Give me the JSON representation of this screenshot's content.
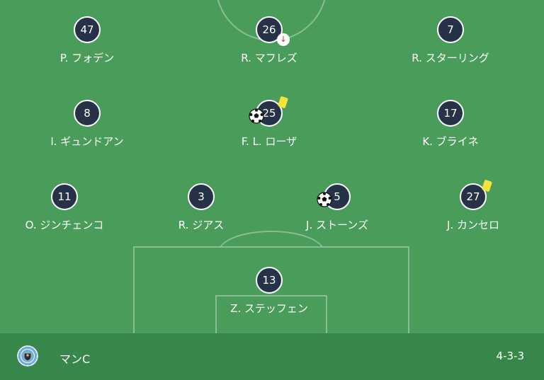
{
  "team": {
    "name": "マンC",
    "formation": "4-3-3",
    "crest_icon": "manchester-city-crest-icon"
  },
  "players": [
    {
      "number": "47",
      "name": "P. フォデン"
    },
    {
      "number": "26",
      "name": "R. マフレズ",
      "icons": [
        "substitution-off-icon"
      ]
    },
    {
      "number": "7",
      "name": "R. スターリング"
    },
    {
      "number": "8",
      "name": "I. ギュンドアン"
    },
    {
      "number": "25",
      "name": "F. L. ローザ",
      "icons": [
        "yellow-card-icon",
        "goal-ball-icon"
      ]
    },
    {
      "number": "17",
      "name": "K. ブライネ"
    },
    {
      "number": "11",
      "name": "O. ジンチェンコ"
    },
    {
      "number": "3",
      "name": "R. ジアス"
    },
    {
      "number": "5",
      "name": "J. ストーンズ",
      "icons": [
        "goal-ball-icon"
      ]
    },
    {
      "number": "27",
      "name": "J. カンセロ",
      "icons": [
        "yellow-card-icon"
      ]
    },
    {
      "number": "13",
      "name": "Z. ステッフェン"
    }
  ],
  "colors": {
    "pitch": "#4a9c5b",
    "footer": "#37864a",
    "player_badge": "#253247",
    "yellow_card": "#f5e33b",
    "substitution_arrow": "#d4242b"
  }
}
